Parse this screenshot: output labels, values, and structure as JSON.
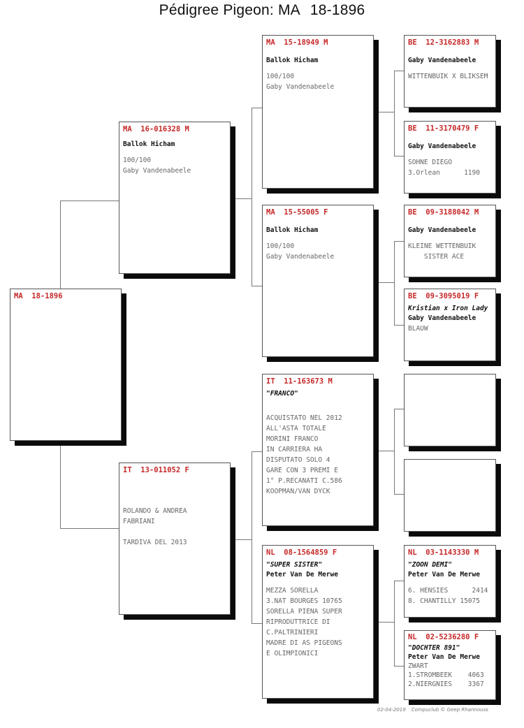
{
  "title": {
    "prefix": "Pédigree Pigeon: MA",
    "ring": "18-1896"
  },
  "subject": {
    "ring": "MA  18-1896"
  },
  "sire": {
    "ring": "MA  16-016328 M",
    "owner": "Ballok Hicham",
    "info": [
      "100/100",
      "Gaby Vandenabeele"
    ]
  },
  "dam": {
    "ring": "IT  13-011052 F",
    "info": [
      "ROLANDO & ANDREA",
      "FABRIANI",
      "",
      "TARDIVA DEL 2013"
    ]
  },
  "ss": {
    "ring": "MA  15-18949 M",
    "owner": "Ballok Hicham",
    "info": [
      "100/100",
      "Gaby Vandenabeele"
    ]
  },
  "sd": {
    "ring": "MA  15-55005 F",
    "owner": "Ballok Hicham",
    "info": [
      "100/100",
      "Gaby Vandenabeele"
    ]
  },
  "ds": {
    "ring": "IT  11-163673 M",
    "nick": "\"FRANCO\"",
    "info": [
      "ACQUISTATO NEL 2012",
      "ALL'ASTA TOTALE",
      "MORINI FRANCO",
      "IN CARRIERA HA",
      "DISPUTATO SOLO 4",
      "GARE CON 3 PREMI E",
      "1° P.RECANATI C.586",
      "KOOPMAN/VAN DYCK"
    ]
  },
  "dd": {
    "ring": "NL  08-1564859 F",
    "nick": "\"SUPER SISTER\"",
    "owner": "Peter Van De Merwe",
    "info": [
      "MEZZA SORELLA",
      "3.NAT BOURGES 10765",
      "SORELLA PIENA SUPER",
      "RIPRODUTTRICE DI",
      "C.PALTRINIERI",
      "MADRE DI AS PIGEONS",
      "E OLIMPIONICI"
    ]
  },
  "sss": {
    "ring": "BE  12-3162883 M",
    "owner": "Gaby Vandenabeele",
    "info": [
      "WITTENBUIK X BLIKSEM"
    ]
  },
  "ssd": {
    "ring": "BE  11-3170479 F",
    "owner": "Gaby Vandenabeele",
    "info": [
      "SOHNE DIEGO",
      "3.Orlean      1190"
    ]
  },
  "sds": {
    "ring": "BE  09-3188042 M",
    "owner": "Gaby Vandenabeele",
    "info": [
      "KLEINE WETTENBUIK",
      "    SISTER ACE"
    ]
  },
  "sdd": {
    "ring": "BE  09-3095019 F",
    "nick": "Kristian x Iron Lady",
    "owner": "Gaby Vandenabeele",
    "info": [
      "BLAUW"
    ]
  },
  "dds": {
    "ring": "NL  03-1143330 M",
    "nick": "\"ZOON DEMI\"",
    "owner": "Peter Van De Merwe",
    "info": [
      "6. HENSIES      2414",
      "8. CHANTILLY 15075"
    ]
  },
  "ddd": {
    "ring": "NL  02-5236280 F",
    "nick": "\"DOCHTER 891\"",
    "owner": "Peter Van De Merwe",
    "info": [
      "ZWART",
      "1.STROMBEEK    4063",
      "2.NIERGNIES    3367"
    ]
  },
  "footer": {
    "date": "02-04-2019",
    "credit": "Compuclub © Geep Rhannouss"
  }
}
